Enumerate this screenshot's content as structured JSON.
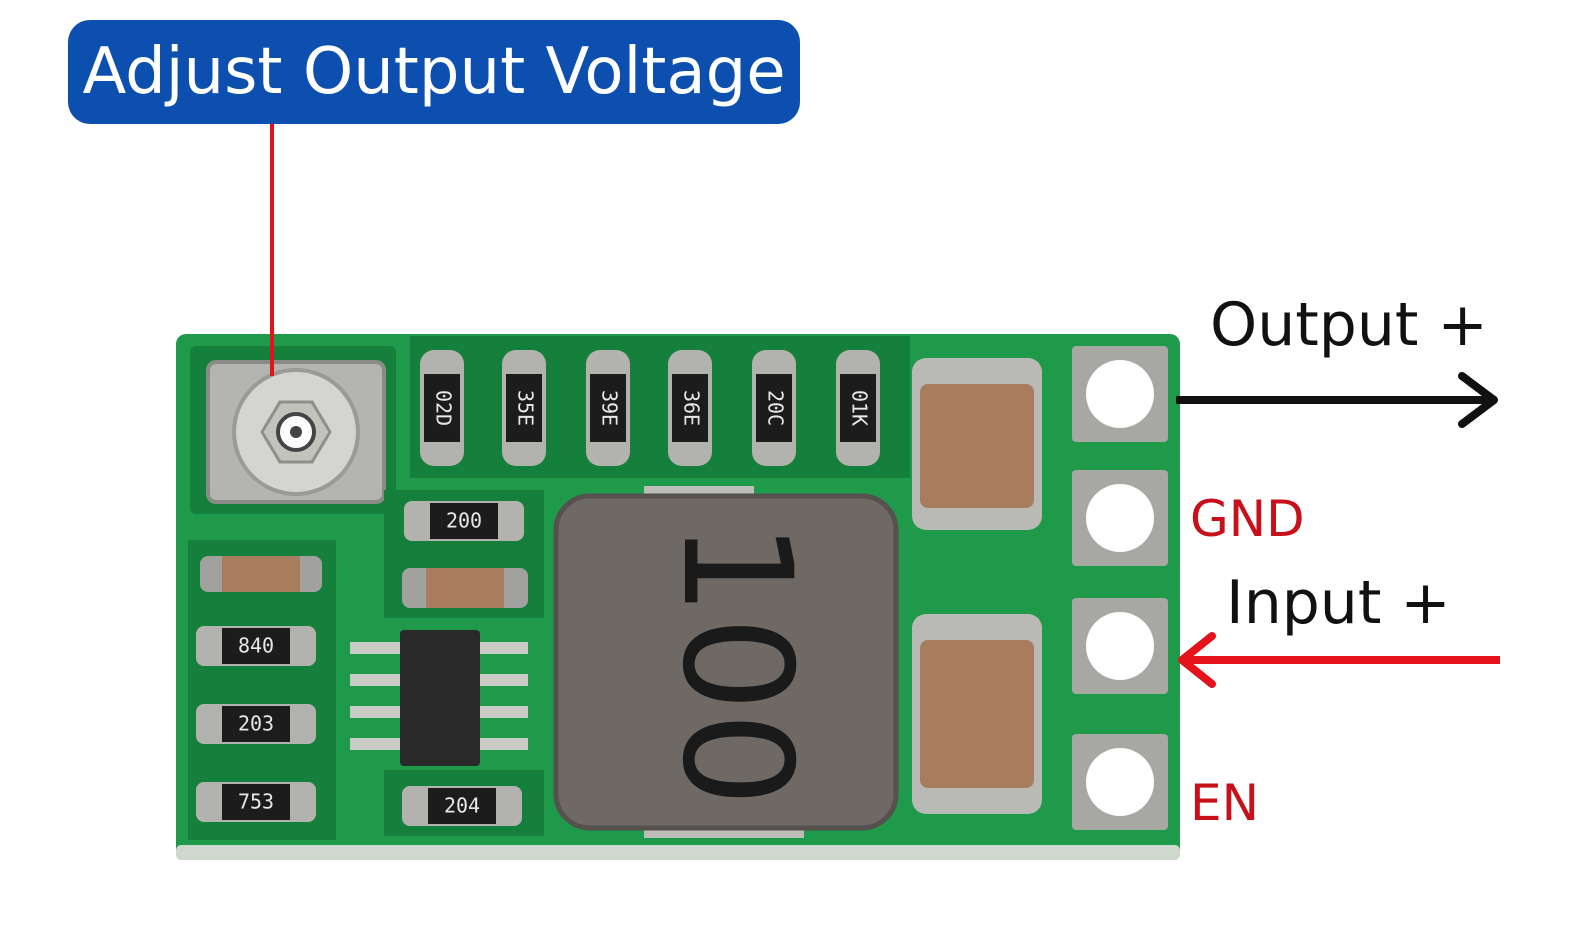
{
  "callout": {
    "text": "Adjust Output Voltage"
  },
  "pins": {
    "output": "Output +",
    "gnd": "GND",
    "input": "Input +",
    "en": "EN"
  },
  "components": {
    "resistors_top": [
      "02D",
      "35E",
      "39E",
      "36E",
      "20C",
      "01K"
    ],
    "resistors_left": [
      "200",
      "840",
      "203",
      "753",
      "204"
    ],
    "inductor_marking": "100"
  },
  "colors": {
    "callout_bg": "#0d4fae",
    "pcb": "#1f9a4a",
    "pin_label": "#c8101b",
    "output_arrow": "#111111",
    "input_arrow": "#e3121b"
  }
}
